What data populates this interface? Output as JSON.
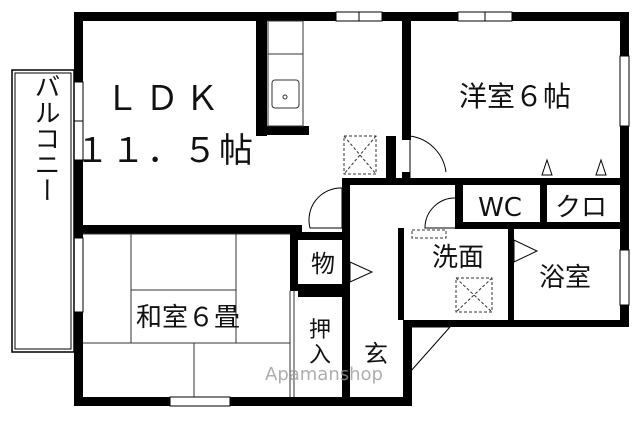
{
  "rooms": {
    "ldk_line1": "ＬＤＫ",
    "ldk_line2": "１１．５帖",
    "western": "洋室６帖",
    "balcony": "バルコニー",
    "japanese": "和室６畳",
    "wc": "WC",
    "closet": "クロ",
    "storage": "物",
    "washroom": "洗面",
    "bathroom": "浴室",
    "oshiire_1": "押",
    "oshiire_2": "入",
    "entrance": "玄"
  },
  "watermark": "Apamanshop",
  "colors": {
    "wall": "#000000",
    "thin_line": "#333333",
    "watermark": "#9a9a9a",
    "background": "#ffffff"
  }
}
